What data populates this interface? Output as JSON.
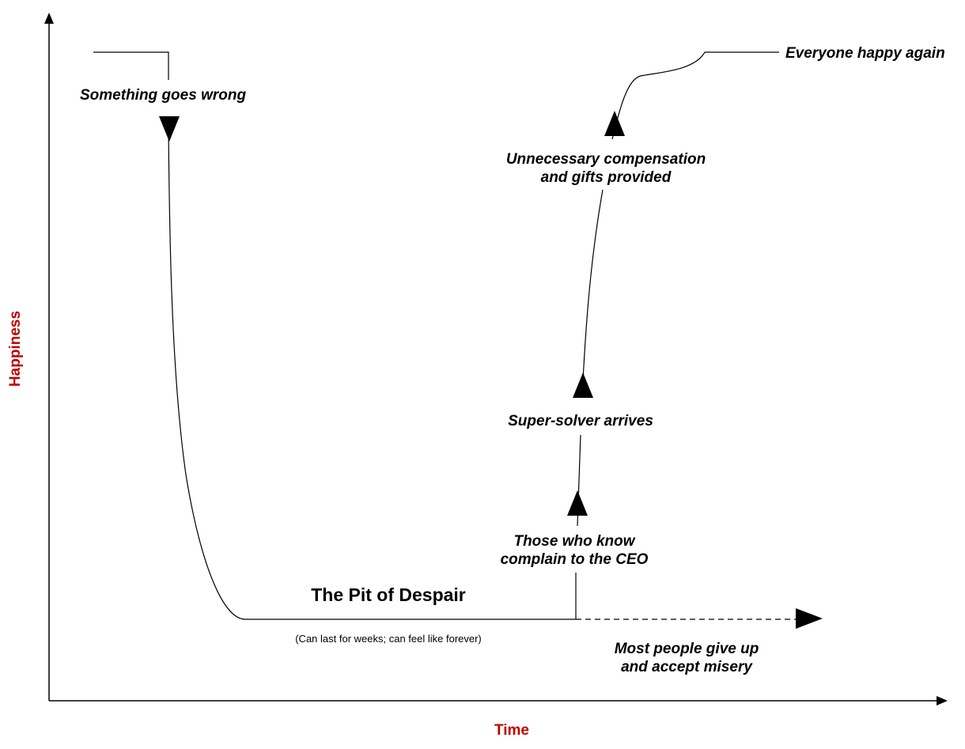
{
  "axes": {
    "y_label": "Happiness",
    "x_label": "Time",
    "label_color": "#c00000"
  },
  "annotations": {
    "something_goes_wrong": "Something goes wrong",
    "everyone_happy": "Everyone happy again",
    "compensation_line1": "Unnecessary compensation",
    "compensation_line2": "and gifts provided",
    "super_solver": "Super-solver arrives",
    "complain_line1": "Those who know",
    "complain_line2": "complain to the CEO",
    "give_up_line1": "Most people give up",
    "give_up_line2": "and accept misery"
  },
  "pit": {
    "title": "The Pit of Despair",
    "note": "(Can last for weeks; can feel like forever)"
  }
}
